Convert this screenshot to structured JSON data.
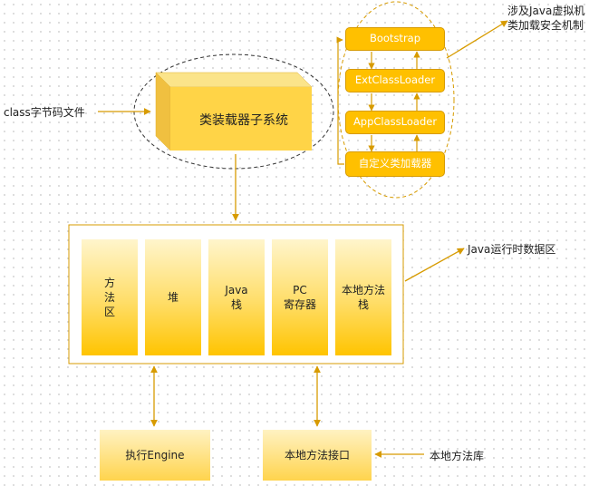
{
  "input_label": "class字节码文件",
  "subsystem_label": "类装载器子系统",
  "loaders": [
    "Bootstrap",
    "ExtClassLoader",
    "AppClassLoader",
    "自定义类加载器"
  ],
  "loader_note": "涉及Java虚拟机\n类加载安全机制",
  "runtime_areas": [
    "方\n法\n区",
    "堆",
    "Java\n栈",
    "PC\n寄存器",
    "本地方法\n栈"
  ],
  "runtime_note": "Java运行时数据区",
  "engine_label": "执行Engine",
  "native_interface_label": "本地方法接口",
  "native_library_label": "本地方法库",
  "colors": {
    "accent": "#d79b00",
    "loader_fill": "#ffc000",
    "area_fill": "#ffd44d"
  }
}
